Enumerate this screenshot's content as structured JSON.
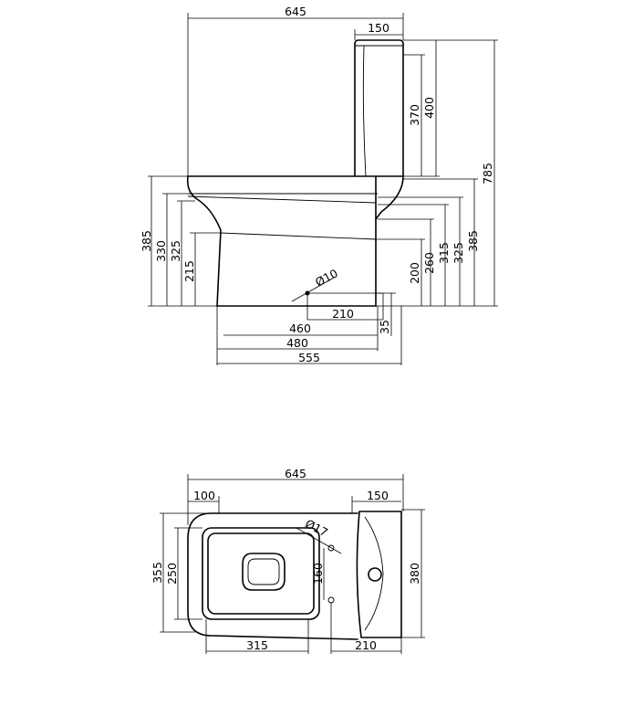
{
  "side_view": {
    "overall_width": "645",
    "cistern_depth": "150",
    "cistern_height": "370",
    "cistern_top_height": "400",
    "total_height": "785",
    "left_heights": [
      "385",
      "330",
      "325",
      "215"
    ],
    "right_heights": [
      "200",
      "260",
      "315",
      "325",
      "385"
    ],
    "outlet_diameter": "Ø10",
    "outlet_offset": "210",
    "outlet_height": "35",
    "base_widths": [
      "460",
      "480",
      "555"
    ]
  },
  "plan_view": {
    "overall_width": "645",
    "front_offset": "100",
    "cistern_depth": "150",
    "overall_depth": "355",
    "seat_depth": "250",
    "cistern_width": "380",
    "fixing_diameter": "Ø17",
    "fixing_spacing": "160",
    "seat_width": "315",
    "fixing_offset": "210"
  }
}
